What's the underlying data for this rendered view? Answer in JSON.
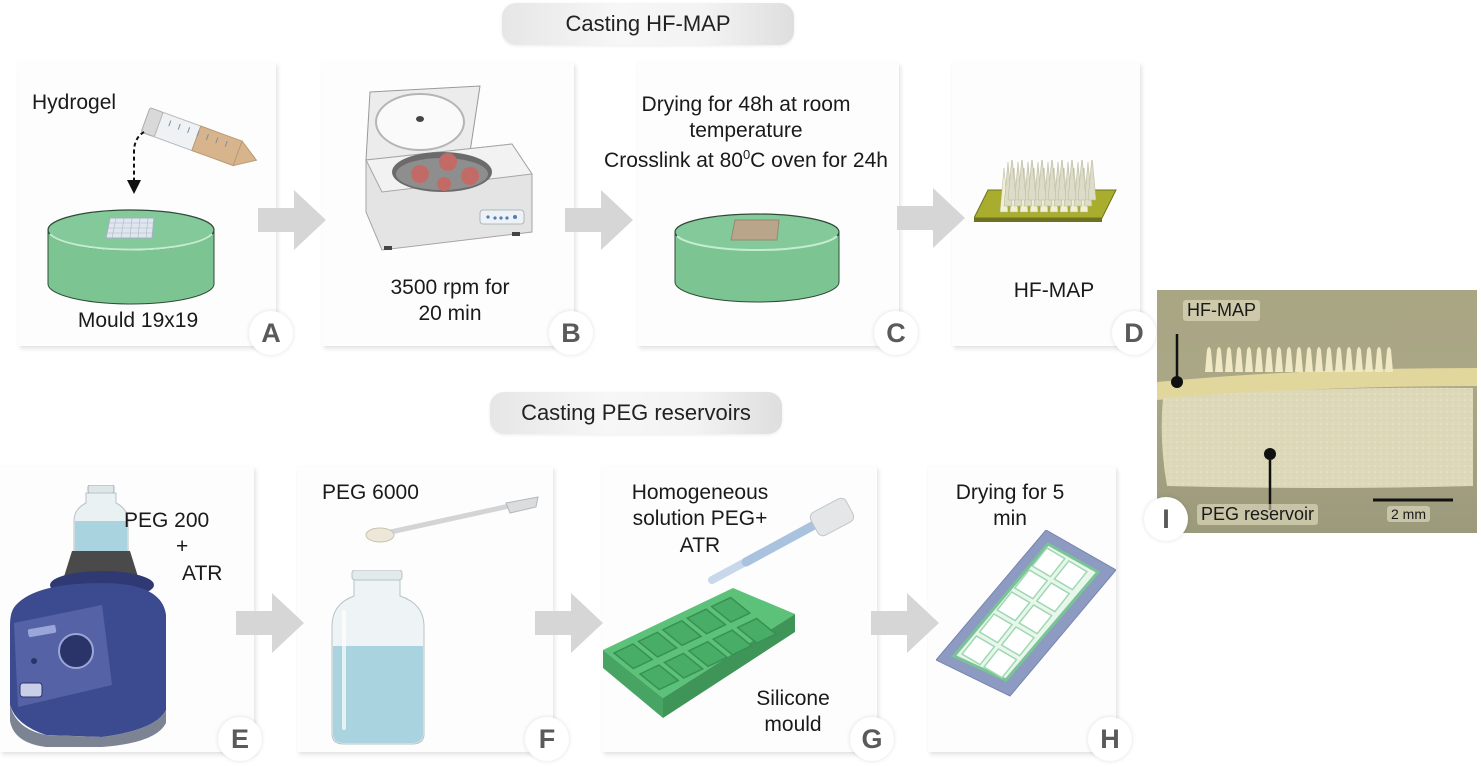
{
  "sections": {
    "top_title": "Casting HF-MAP",
    "bottom_title": "Casting PEG reservoirs"
  },
  "panels": {
    "A": {
      "badge": "A",
      "label_top": "Hydrogel",
      "label_bottom": "Mould 19x19"
    },
    "B": {
      "badge": "B",
      "label_line1": "3500 rpm for",
      "label_line2": "20 min"
    },
    "C": {
      "badge": "C",
      "label_line1": "Drying  for 48h at room",
      "label_line2": "temperature",
      "label_line3_pre": "Crosslink at 80",
      "label_line3_sup": "0",
      "label_line3_post": "C oven for 24h"
    },
    "D": {
      "badge": "D",
      "label": "HF-MAP"
    },
    "E": {
      "badge": "E",
      "label_line1": "PEG 200",
      "label_line2": "+",
      "label_line3": "ATR"
    },
    "F": {
      "badge": "F",
      "label": "PEG 6000"
    },
    "G": {
      "badge": "G",
      "label_line1": "Homogeneous",
      "label_line2": "solution PEG+",
      "label_line3": "ATR",
      "label_bottom1": "Silicone",
      "label_bottom2": "mould"
    },
    "H": {
      "badge": "H",
      "label_line1": "Drying for 5",
      "label_line2": "min"
    },
    "I": {
      "badge": "I",
      "label_top": "HF-MAP",
      "label_bottom": "PEG reservoir",
      "scale_bar": "2 mm"
    }
  },
  "icons": {
    "A": [
      "falcon-tube-icon",
      "dashed-arrow-icon",
      "round-mould-icon"
    ],
    "B": [
      "centrifuge-icon"
    ],
    "C": [
      "round-mould-with-patch-icon"
    ],
    "D": [
      "microneedle-array-icon"
    ],
    "E": [
      "vortex-mixer-icon",
      "bottle-icon"
    ],
    "F": [
      "spatula-icon",
      "bottle-icon"
    ],
    "G": [
      "pipette-icon",
      "silicone-mould-icon"
    ],
    "H": [
      "dried-tray-icon"
    ],
    "I": [
      "micrograph-photo"
    ]
  },
  "colors": {
    "mould_green": "#7cc491",
    "arrow_gray": "#d4d4d4",
    "badge_text": "#5a5a5a",
    "vortex_blue": "#3c4a8f",
    "liquid_blue": "#a9d3de",
    "patch_tan": "#b8a58a",
    "mn_base": "#a9ad2e"
  }
}
